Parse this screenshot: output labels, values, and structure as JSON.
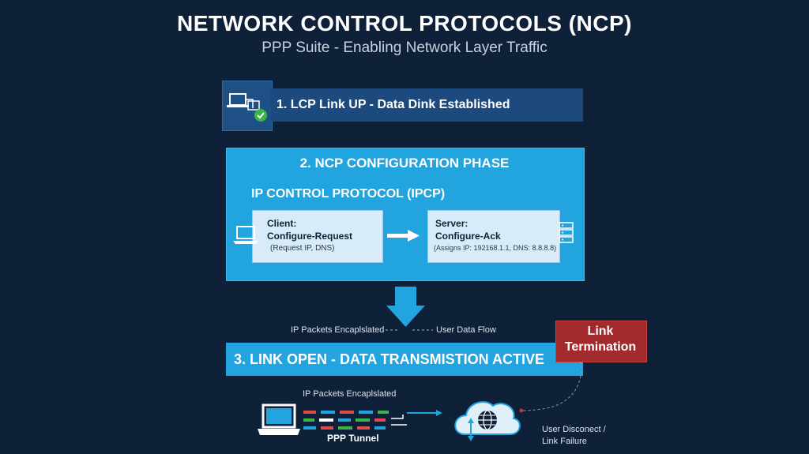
{
  "title": "NETWORK CONTROL PROTOCOLS (NCP)",
  "subtitle": "PPP Suite - Enabling Network Layer Traffic",
  "step1": {
    "label": "1. LCP Link UP - Data Dink Established",
    "icon": "computer-link-check-icon"
  },
  "step2": {
    "title": "2. NCP CONFIGURATION PHASE",
    "subtitle": "IP CONTROL PROTOCOL (IPCP)",
    "client": {
      "heading": "Client:",
      "message": "Configure-Request",
      "note": "(Request IP, DNS)",
      "icon": "laptop-icon"
    },
    "server": {
      "heading": "Server:",
      "message": "Configure-Ack",
      "note": "(Assigns IP: 192168.1.1, DNS: 8.8.8.8)",
      "icon": "server-icon"
    }
  },
  "flow": {
    "left": "IP Packets Encaplslated",
    "right": "User Data Flow"
  },
  "step3": {
    "label": "3. LINK OPEN - DATA TRANSMISTION ACTIVE"
  },
  "termination": {
    "label": "Link\nTermination"
  },
  "bottom": {
    "packets_caption": "IP Packets Encaplslated",
    "tunnel_caption": "PPP Tunnel",
    "disconnect_caption": "User Disconect /\nLink Failure",
    "icons": [
      "laptop-icon",
      "cloud-globe-icon"
    ]
  },
  "colors": {
    "background": "#0f2039",
    "phase_blue": "#22a4de",
    "step1_blue": "#1d4a7e",
    "termination_red": "#a32a2c",
    "check_green": "#3bb54a"
  }
}
